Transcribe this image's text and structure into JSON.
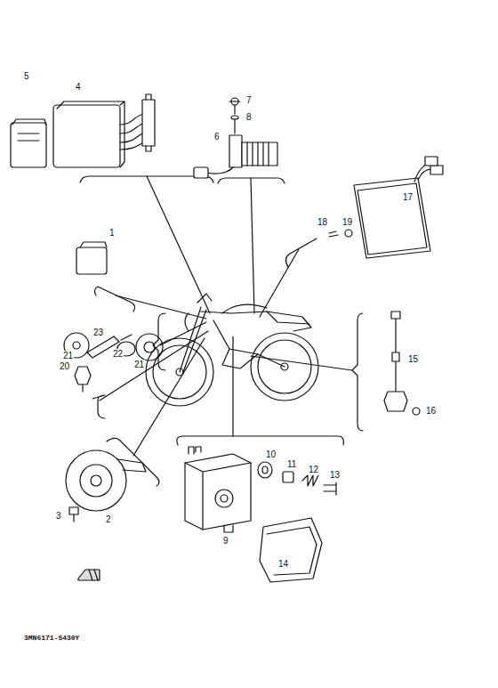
{
  "diagram": {
    "labels": [
      "5",
      "4",
      "7",
      "8",
      "6",
      "18",
      "19",
      "17",
      "1",
      "21",
      "23",
      "22",
      "21",
      "20",
      "15",
      "16",
      "10",
      "11",
      "12",
      "13",
      "9",
      "14",
      "2",
      "3",
      "3MN6171-S430Y"
    ]
  }
}
